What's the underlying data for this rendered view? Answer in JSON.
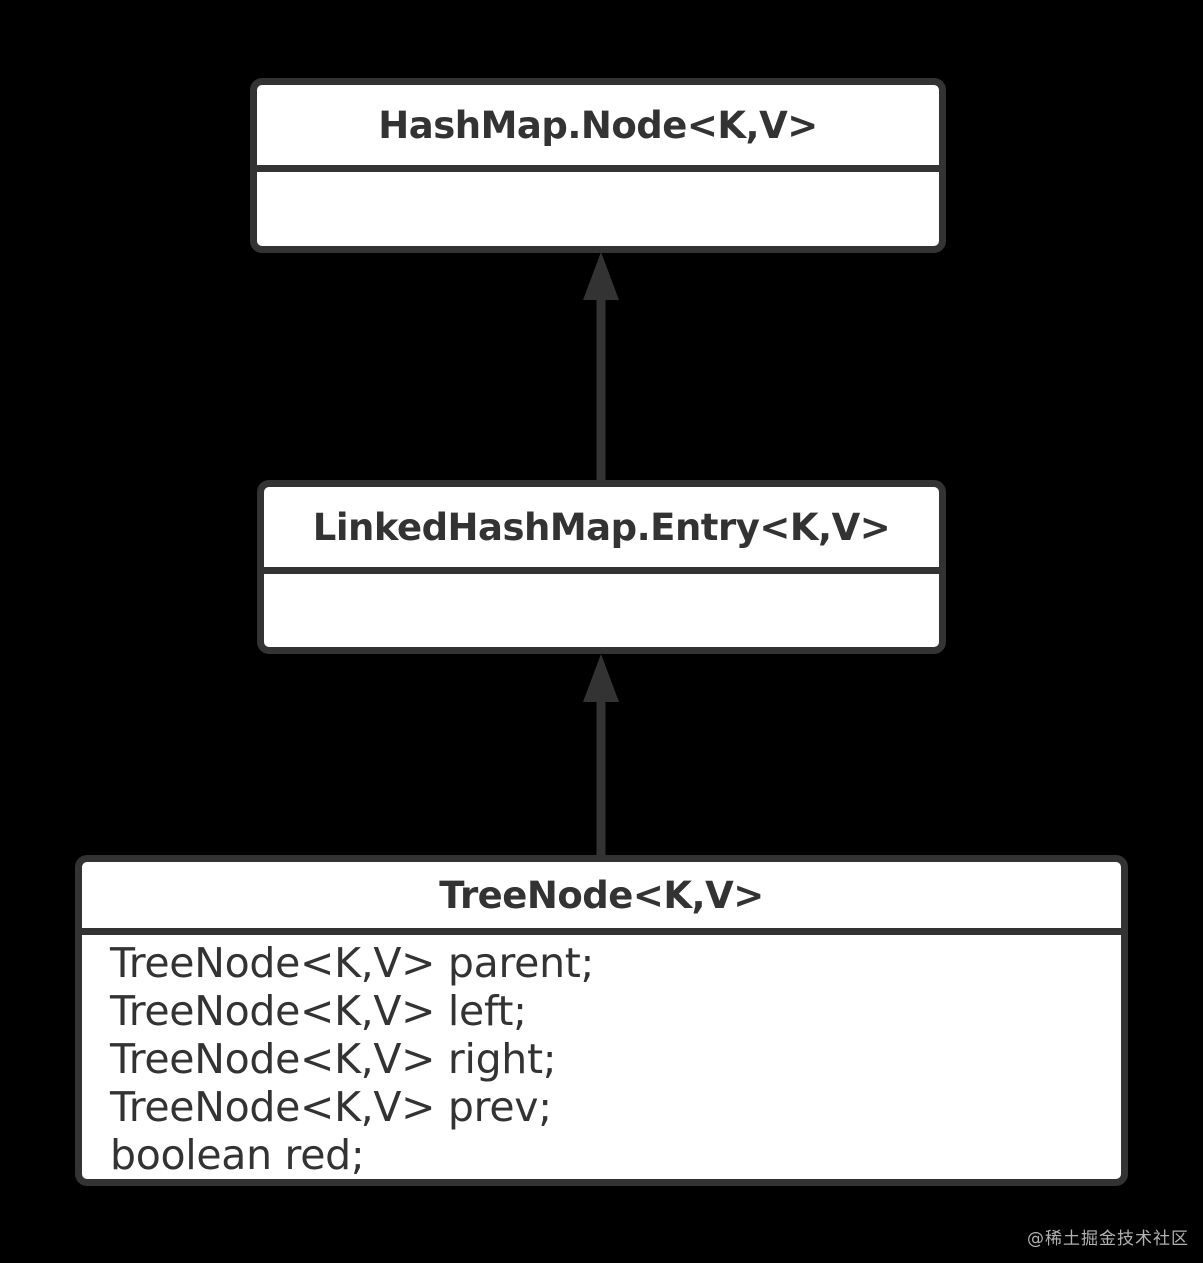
{
  "diagram": {
    "type": "uml-class-inheritance",
    "background_color": "#000000",
    "box_fill_color": "#ffffff",
    "line_color": "#333333",
    "text_color": "#333333",
    "classes": [
      {
        "id": "hashmap-node",
        "title": "HashMap.Node<K,V>",
        "fields": []
      },
      {
        "id": "linkedhashmap-entry",
        "title": "LinkedHashMap.Entry<K,V>",
        "fields": []
      },
      {
        "id": "treenode",
        "title": "TreeNode<K,V>",
        "fields": [
          "TreeNode<K,V> parent;",
          "TreeNode<K,V> left;",
          "TreeNode<K,V> right;",
          "TreeNode<K,V> prev;",
          "boolean red;"
        ]
      }
    ],
    "relations": [
      {
        "id": "rel-entry-extends-node",
        "from": "linkedhashmap-entry",
        "to": "hashmap-node",
        "kind": "generalization"
      },
      {
        "id": "rel-treenode-extends-entry",
        "from": "treenode",
        "to": "linkedhashmap-entry",
        "kind": "generalization"
      }
    ]
  },
  "watermark": {
    "text": "@稀土掘金技术社区"
  }
}
